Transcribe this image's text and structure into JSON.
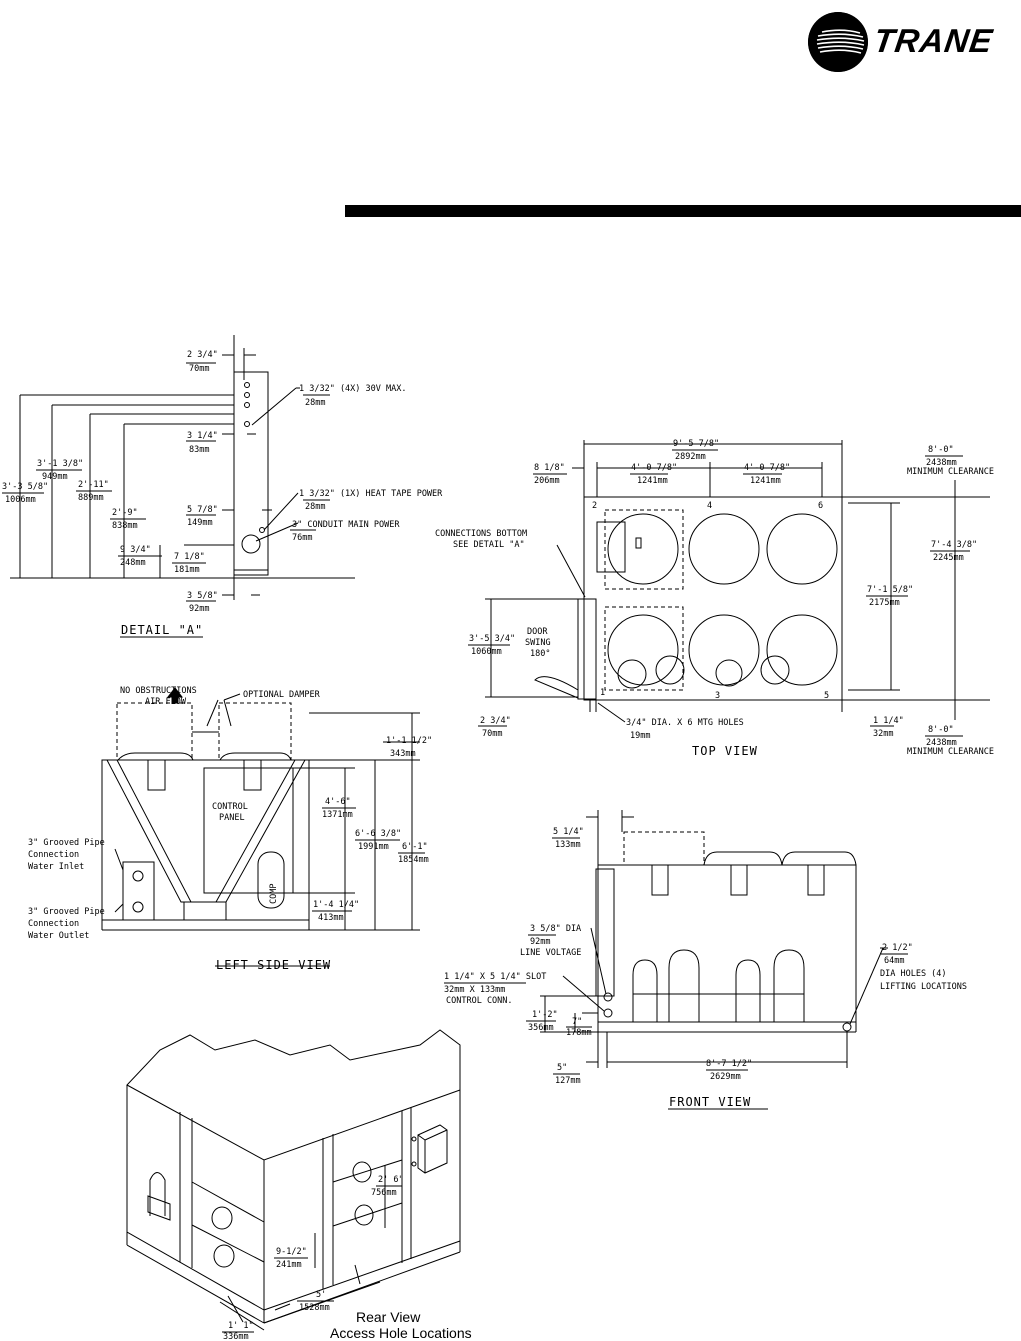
{
  "brand": {
    "name": "TRANE"
  },
  "detail_a": {
    "title": "DETAIL \"A\"",
    "dims": {
      "d1_in": "2 3/4\"",
      "d1_mm": "70mm",
      "d2_in": "3'-1 3/8\"",
      "d2_mm": "949mm",
      "d3_in": "3'-3 5/8\"",
      "d3_mm": "1006mm",
      "d4_in": "2'-11\"",
      "d4_mm": "889mm",
      "d5_in": "2'-9\"",
      "d5_mm": "838mm",
      "d6_in": "3 1/4\"",
      "d6_mm": "83mm",
      "d7_in": "5 7/8\"",
      "d7_mm": "149mm",
      "d8_in": "9 3/4\"",
      "d8_mm": "248mm",
      "d9_in": "7 1/8\"",
      "d9_mm": "181mm",
      "d10_in": "3 5/8\"",
      "d10_mm": "92mm"
    },
    "callouts": {
      "c1": "1 3/32\" (4X) 30V MAX.",
      "c1_mm": "28mm",
      "c2": "1 3/32\" (1X) HEAT TAPE POWER",
      "c2_mm": "28mm",
      "c3": "3\" CONDUIT MAIN POWER",
      "c3_mm": "76mm"
    }
  },
  "top_view": {
    "title": "TOP VIEW",
    "dims": {
      "overall_in": "9'-5 7/8\"",
      "overall_mm": "2892mm",
      "left_in": "8 1/8\"",
      "left_mm": "206mm",
      "span1_in": "4'-0 7/8\"",
      "span1_mm": "1241mm",
      "span2_in": "4'-0 7/8\"",
      "span2_mm": "1241mm",
      "clear_top_in": "8'-0\"",
      "clear_top_mm": "2438mm",
      "clear_top_label": "MINIMUM CLEARANCE",
      "depth_outer_in": "7'-4 3/8\"",
      "depth_outer_mm": "2245mm",
      "depth_inner_in": "7'-1 5/8\"",
      "depth_inner_mm": "2175mm",
      "door_in": "3'-5 3/4\"",
      "door_mm": "1060mm",
      "bot_left_in": "2 3/4\"",
      "bot_left_mm": "70mm",
      "bot_right_in": "1 1/4\"",
      "bot_right_mm": "32mm",
      "clear_bot_in": "8'-0\"",
      "clear_bot_mm": "2438mm",
      "clear_bot_label": "MINIMUM CLEARANCE"
    },
    "labels": {
      "conn1": "CONNECTIONS BOTTOM",
      "conn2": "SEE DETAIL \"A\"",
      "door1": "DOOR",
      "door2": "SWING",
      "door3": "180°",
      "holes": "3/4\" DIA. X 6 MTG HOLES",
      "holes_mm": "19mm",
      "p1": "1",
      "p2": "2",
      "p3": "3",
      "p4": "4",
      "p5": "5",
      "p6": "6"
    }
  },
  "left_side_view": {
    "title": "LEFT SIDE VIEW",
    "labels": {
      "noobs1": "NO OBSTRUCTIONS",
      "noobs2": "AIR FLOW",
      "damper": "OPTIONAL DAMPER",
      "panel1": "CONTROL",
      "panel2": "PANEL",
      "comp": "COMP",
      "inlet1": "3\" Grooved Pipe",
      "inlet2": "Connection",
      "inlet3": "Water Inlet",
      "outlet1": "3\" Grooved Pipe",
      "outlet2": "Connection",
      "outlet3": "Water Outlet"
    },
    "dims": {
      "a_in": "1'-1 1/2\"",
      "a_mm": "343mm",
      "b_in": "4'-6\"",
      "b_mm": "1371mm",
      "c_in": "6'-6 3/8\"",
      "c_mm": "1991mm",
      "d_in": "6'-1\"",
      "d_mm": "1854mm",
      "e_in": "1'-4 1/4\"",
      "e_mm": "413mm"
    }
  },
  "front_view": {
    "title": "FRONT VIEW",
    "dims": {
      "a_in": "5 1/4\"",
      "a_mm": "133mm",
      "b_in": "3 5/8\" DIA",
      "b_mm": "92mm",
      "b_label": "LINE VOLTAGE",
      "c_in": "1 1/4\" X 5 1/4\" SLOT",
      "c_mm": "32mm X 133mm",
      "c_label": "CONTROL CONN.",
      "d_in": "1'-2\"",
      "d_mm": "356mm",
      "e_in": "7\"",
      "e_mm": "178mm",
      "f_in": "5\"",
      "f_mm": "127mm",
      "g_in": "8'-7 1/2\"",
      "g_mm": "2629mm",
      "h_in": "2 1/2\"",
      "h_mm": "64mm",
      "h_label1": "DIA HOLES (4)",
      "h_label2": "LIFTING LOCATIONS"
    }
  },
  "rear_view": {
    "title1": "Rear View",
    "title2": "Access Hole Locations",
    "dims": {
      "a_in": "2' 6\"",
      "a_mm": "756mm",
      "b_in": "9-1/2\"",
      "b_mm": "241mm",
      "c_in": "5'",
      "c_mm": "1528mm",
      "d_in": "1' 1\"",
      "d_mm": "336mm"
    }
  }
}
